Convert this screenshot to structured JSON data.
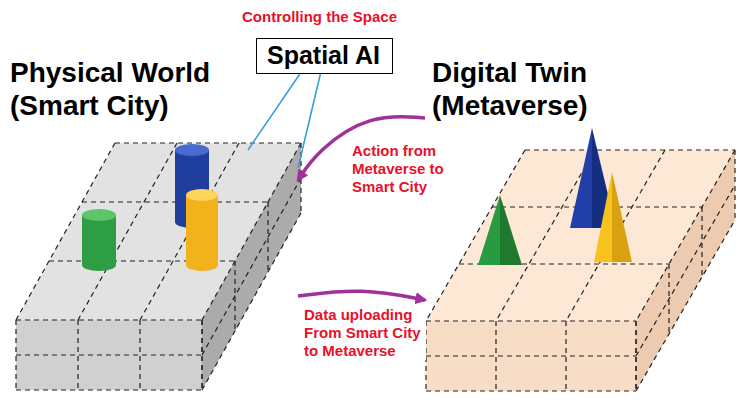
{
  "diagram": {
    "nodes": [
      {
        "text": [
          "Physical World (Smart City)"
        ]
      },
      {
        "text": [
          "Spatial AI"
        ]
      },
      {
        "text": [
          "Digital Twin (Metaverse)"
        ]
      }
    ],
    "edges": [
      {
        "from": 2,
        "to": 0,
        "arrow": "to",
        "label": "Action from Metaverse to Smart City"
      },
      {
        "from": 0,
        "to": 2,
        "arrow": "to",
        "label": "Data uploading From Smart City to Metaverse"
      },
      {
        "from": 1,
        "to": 0,
        "arrow": "none"
      }
    ],
    "labels": [
      "Controlling the Space"
    ]
  }
}
